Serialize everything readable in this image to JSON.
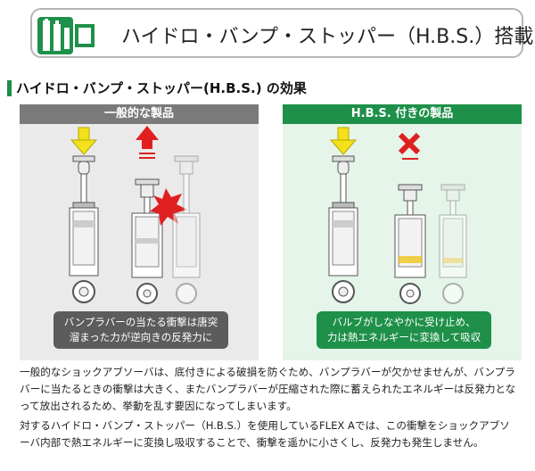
{
  "header": {
    "title": "ハイドロ・バンプ・ストッパー（H.B.S.）搭載"
  },
  "section": {
    "title": "ハイドロ・バンプ・ストッパー(H.B.S.) の効果"
  },
  "panels": {
    "left": {
      "title": "一般的な製品",
      "caption_line1": "バンプラバーの当たる衝撃は唐突",
      "caption_line2": "溜まった力が逆向きの反発力に"
    },
    "right": {
      "title": "H.B.S. 付きの製品",
      "caption_line1": "バルブがしなやかに受け止め、",
      "caption_line2": "力は熱エネルギーに変換して吸収"
    }
  },
  "body": {
    "paragraph1": "一般的なショックアブソーバは、底付きによる破損を防ぐため、バンプラバーが欠かせませんが、バンプラバーに当たるときの衝撃は大きく、またバンプラバーが圧縮された際に蓄えられたエネルギーは反発力となって放出されるため、挙動を乱す要因になってしまいます。",
    "paragraph2": "対するハイドロ・バンプ・ストッパー（H.B.S.）を使用しているFLEX Aでは、この衝撃をショックアブソーバ内部で熱エネルギーに変換し吸収することで、衝撃を遥かに小さくし、反発力も発生しません。"
  },
  "colors": {
    "green": "#1e9049",
    "gray_header": "#7a7a7a",
    "arrow_yellow": "#f3e11b",
    "arrow_red": "#e02020"
  }
}
